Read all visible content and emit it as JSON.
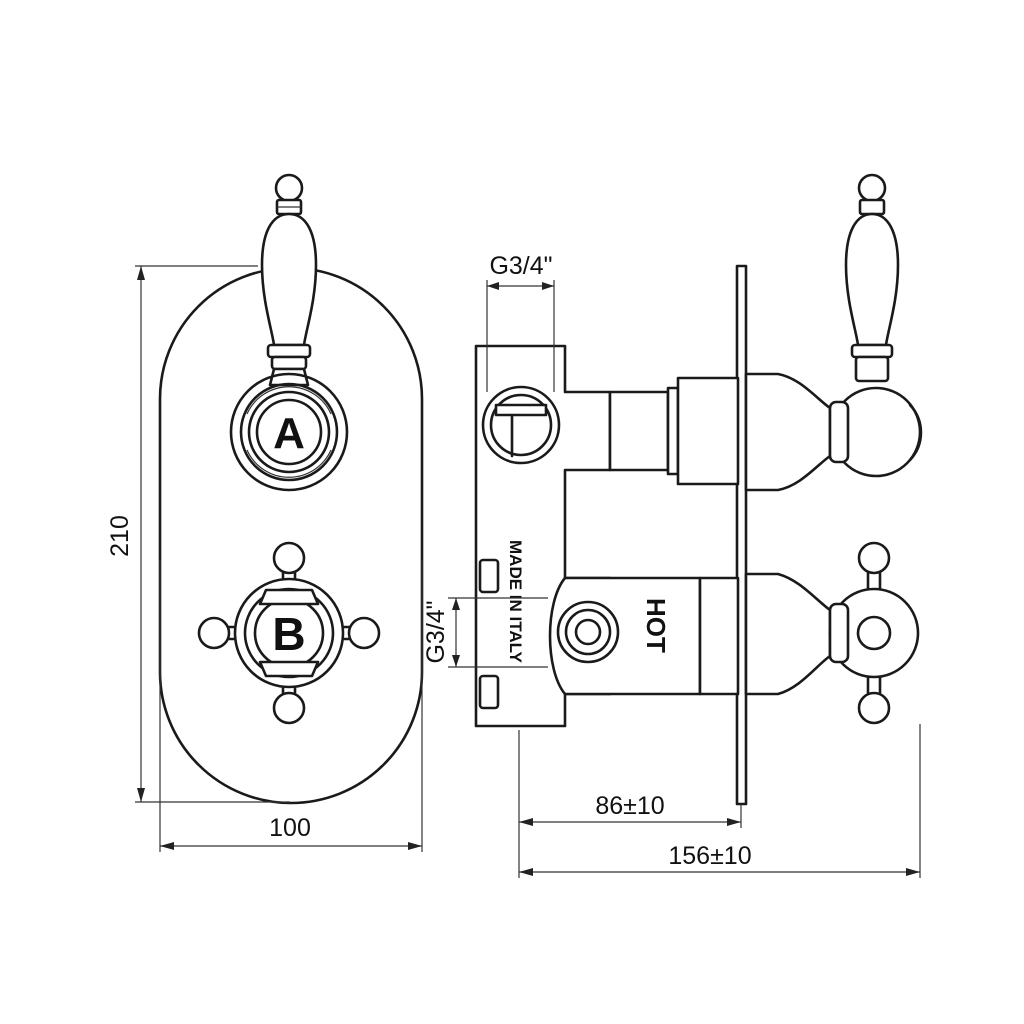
{
  "front_view": {
    "knob_top_label": "A",
    "knob_bottom_label": "B",
    "height_dim": "210",
    "width_dim": "100"
  },
  "side_view": {
    "top_connection_dim": "G3/4\"",
    "side_connection_dim": "G3/4\"",
    "stamp_text": "MADE IN ITALY",
    "hot_label": "HOT",
    "depth_dim_1": "86±10",
    "depth_dim_2": "156±10"
  }
}
